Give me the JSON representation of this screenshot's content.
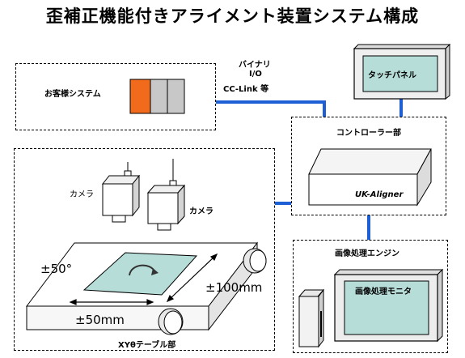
{
  "title": "歪補正機能付きアライメント装置システム構成",
  "customer_system": {
    "label": "お客様システム"
  },
  "interface": {
    "line1": "バイナリ",
    "line2": "I/O",
    "line3": "CC-Link  等"
  },
  "touch_panel": {
    "label": "タッチパネル"
  },
  "controller": {
    "label": "コントローラー部",
    "device_label": "UK-Aligner"
  },
  "cameras": {
    "left_label": "カメラ",
    "right_label": "カメラ"
  },
  "stage": {
    "rotation_label": "±50°",
    "y_travel_label": "±100mm",
    "x_travel_label": "±50mm",
    "table_label": "XYθテーブル部"
  },
  "image_engine": {
    "label": "画像処理エンジン",
    "monitor_label": "画像処理モニタ"
  },
  "colors": {
    "connector": "#1f5fd6",
    "accent": "#f26b1d",
    "screen": "#b7ddd9"
  }
}
